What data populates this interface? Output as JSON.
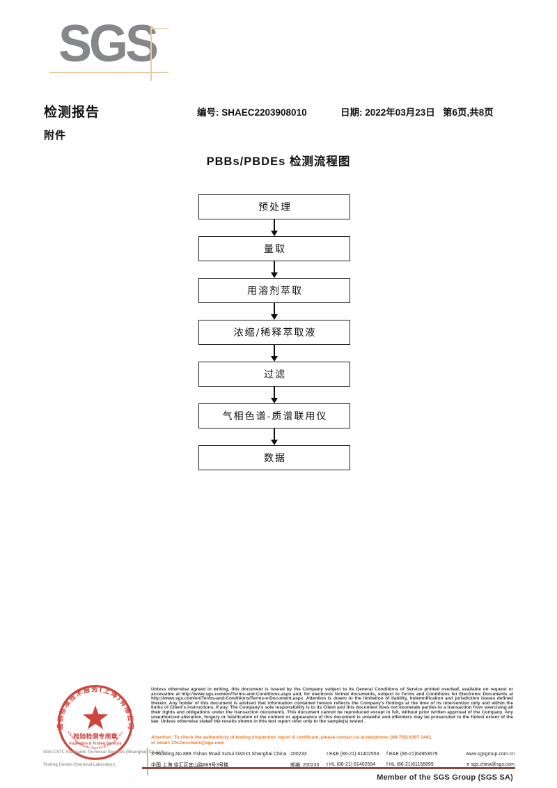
{
  "logo": {
    "text": "SGS"
  },
  "header": {
    "title": "检测报告",
    "report_no": "编号: SHAEC2203908010",
    "date": "日期: 2022年03月23日",
    "page_info": "第6页,共8页",
    "attachment": "附件"
  },
  "flowchart": {
    "title": "PBBs/PBDEs 检测流程图",
    "steps": [
      {
        "label": "预处理"
      },
      {
        "label": "量取"
      },
      {
        "label": "用溶剂萃取"
      },
      {
        "label": "浓缩/稀释萃取液"
      },
      {
        "label": "过滤"
      },
      {
        "label": "气相色谱-质谱联用仪"
      },
      {
        "label": "数据"
      }
    ]
  },
  "stamp": {
    "ring_text_top": "通标标准技术服务(上海)有限公司",
    "ring_text_bottom": "SGS-CSTC Standards Technical Services Co.,Ltd.",
    "line1": "检验检测专用章",
    "line2": "Inspection & Testing Services",
    "color": "#c9362c"
  },
  "footer": {
    "company_caption1": "SGS-CSTC Standards Technical Services (Shanghai) Co.,Ltd.",
    "company_caption2": "Testing Center-Chemical Laboratory.",
    "disclaimer": "Unless otherwise agreed in writing, this document is issued by the Company subject to its General Conditions of Service printed overleaf, available on request or accessible at http://www.sgs.com/en/Terms-and-Conditions.aspx and, for electronic format documents, subject to Terms and Conditions for Electronic Documents at http://www.sgs.com/en/Terms-and-Conditions/Terms-e-Document.aspx. Attention is drawn to the limitation of liability, indemnification and jurisdiction issues defined therein. Any holder of this document is advised that information contained hereon reflects the Company's findings at the time of its intervention only and within the limits of Client's instructions, if any. The Company's sole responsibility is to its Client and this document does not exonerate parties to a transaction from exercising all their rights and obligations under the transaction documents. This document cannot be reproduced except in full, without prior written approval of the Company. Any unauthorized alteration, forgery or falsification of the content or appearance of this document is unlawful and offenders may be prosecuted to the fullest extent of the law. Unless otherwise stated the results shown in this test report refer only to the sample(s) tested .",
    "attention_line1": "Attention: To check the authenticity of testing /inspection report & certificate, please contact us at telephone: (86-755) 8307 1443,",
    "attention_line2": "or email: CN.Doccheck@sgs.com",
    "address": {
      "rows": [
        {
          "addr": "3ʳᵈBuilding,No.889 Yishan Road Xuhui District,Shanghai China",
          "postal": "200233",
          "tel": "t E&E (86-21) 61402553",
          "fax": "f E&E (86-21)64953679",
          "web": "www.sgsgroup.com.cn"
        },
        {
          "addr": "中国·上海·徐汇区宜山路889号3号楼",
          "postal": "邮编: 200233",
          "tel": "t HL (86-21) 61402594",
          "fax": "f HL (86-21)61156899",
          "web": "e  sgs.china@sgs.com"
        }
      ]
    },
    "member": "Member of the SGS Group (SGS SA)"
  },
  "colors": {
    "logo_gray": "#85878a",
    "crosshair_tan": "#eac9a2",
    "attention_orange": "#e87722",
    "footer_rule": "#8a4a3e",
    "stamp_red": "#c9362c"
  }
}
